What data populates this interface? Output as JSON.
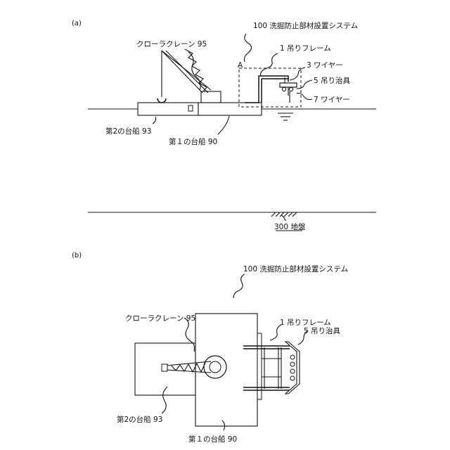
{
  "panel_a": {
    "tag": "(a)",
    "system_label": "100 洗掘防止部材設置システム",
    "crane_label": "クローラクレーン 95",
    "frame_label": "1 吊りフレーム",
    "wire3_label": "3 ワイヤー",
    "jig_label": "5 吊り治具",
    "wire7_label": "7 ワイヤー",
    "detail_label": "A",
    "barge2_label": "第2の台船 93",
    "barge1_label": "第１の台船 90",
    "ground_label": "300 地盤"
  },
  "panel_b": {
    "tag": "(b)",
    "system_label": "100 洗掘防止部材設置システム",
    "crane_label": "クローラクレーン 95",
    "frame_label": "1 吊りフレーム",
    "jig_label": "5 吊り治具",
    "barge2_label": "第2の台船 93",
    "barge1_label": "第１の台船 90"
  }
}
